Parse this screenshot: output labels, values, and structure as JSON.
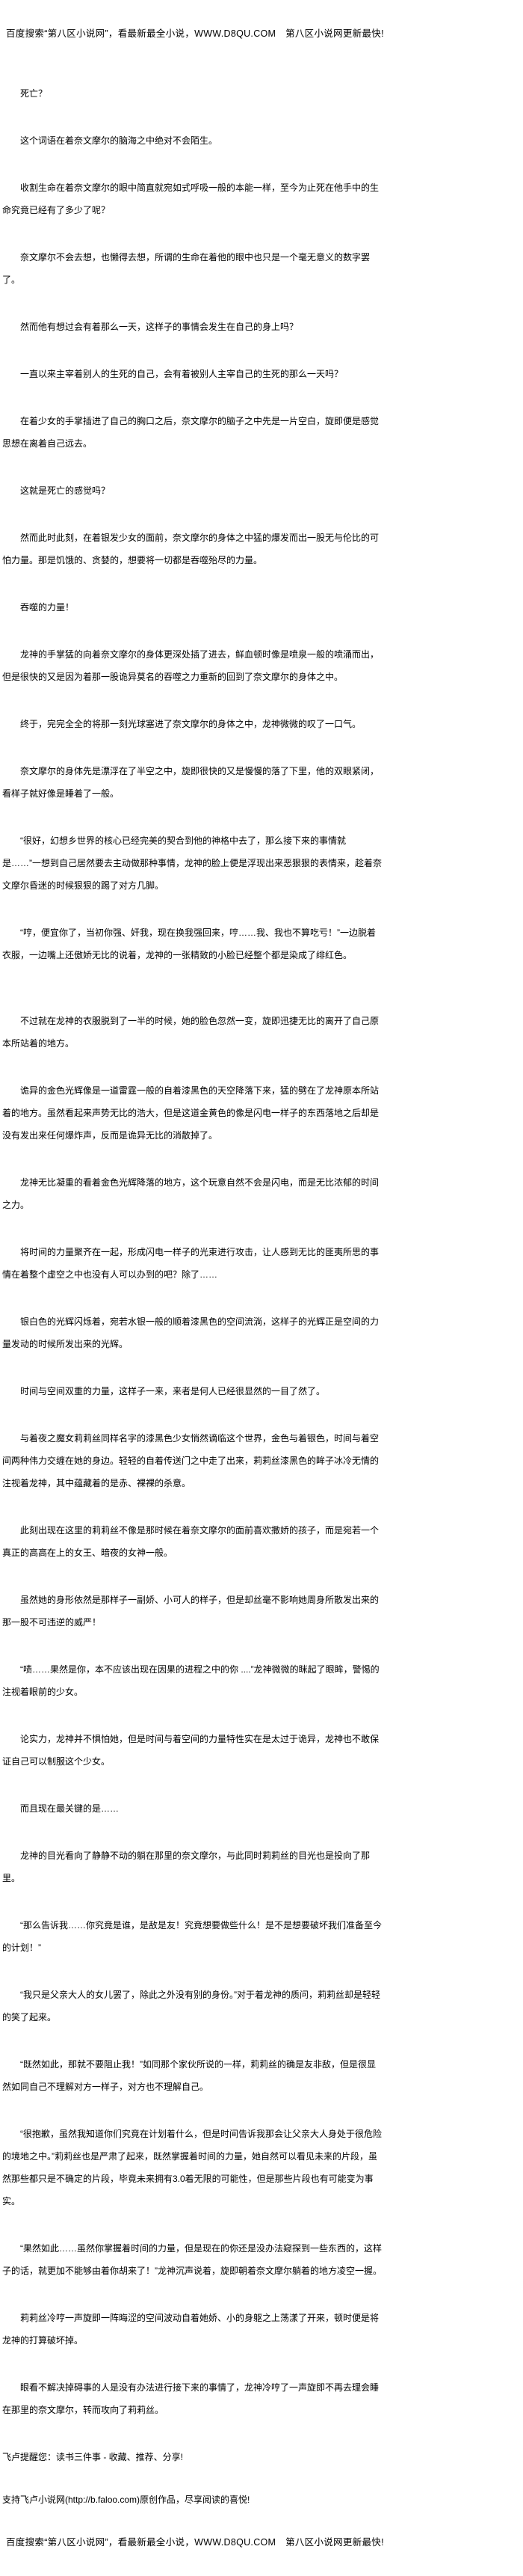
{
  "banner": "百度搜索“第八区小说网”，看最新最全小说，WWW.D8QU.COM　第八区小说网更新最快!",
  "paragraphs": [
    "死亡？",
    "这个词语在着奈文摩尔的脑海之中绝对不会陌生。",
    "收割生命在着奈文摩尔的眼中简直就宛如式呼吸一般的本能一样，至今为止死在他手中的生命究竟已经有了多少了呢？",
    "奈文摩尔不会去想，也懒得去想，所谓的生命在着他的眼中也只是一个毫无意义的数字罢了。",
    "然而他有想过会有着那么一天，这样子的事情会发生在自己的身上吗？",
    "一直以来主宰着别人的生死的自己，会有着被别人主宰自己的生死的那么一天吗？",
    "在着少女的手掌插进了自己的胸口之后，奈文摩尔的脑子之中先是一片空白，旋即便是感觉思想在离着自己远去。",
    "这就是死亡的感觉吗？",
    "然而此时此刻，在着银发少女的面前，奈文摩尔的身体之中猛的爆发而出一股无与伦比的可怕力量。那是饥饿的、贪婪的，想要将一切都是吞噬殆尽的力量。",
    "吞噬的力量！",
    "龙神的手掌猛的向着奈文摩尔的身体更深处插了进去，鲜血顿时像是喷泉一般的喷涌而出，但是很快的又是因为着那一股诡异莫名的吞噬之力重新的回到了奈文摩尔的身体之中。",
    "终于，完完全全的将那一刻光球塞进了奈文摩尔的身体之中，龙神微微的叹了一口气。",
    "奈文摩尔的身体先是漂浮在了半空之中，旋即很快的又是慢慢的落了下里，他的双眼紧闭，看样子就好像是睡着了一般。",
    "“很好，幻想乡世界的核心已经完美的契合到他的神格中去了，那么接下来的事情就是……”一想到自己居然要去主动做那种事情，龙神的脸上便是浮现出来恶狠狠的表情来，趁着奈文摩尔昏迷的时候狠狠的踢了对方几脚。",
    "“哼，便宜你了，当初你强、奸我，现在换我强回来，哼……我、我也不算吃亏！”一边脱着衣服，一边嘴上还傲娇无比的说着，龙神的一张精致的小脸已经整个都是染成了绯红色。",
    "不过就在龙神的衣服脱到了一半的时候，她的脸色忽然一变，旋即迅捷无比的离开了自己原本所站着的地方。",
    "诡异的金色光辉像是一道雷霆一般的自着漆黑色的天空降落下来，猛的劈在了龙神原本所站着的地方。虽然看起来声势无比的浩大，但是这道金黄色的像是闪电一样子的东西落地之后却是没有发出来任何爆炸声，反而是诡异无比的消散掉了。",
    "龙神无比凝重的看着金色光辉降落的地方，这个玩意自然不会是闪电，而是无比浓郁的时间之力。",
    "将时间的力量聚齐在一起，形成闪电一样子的光束进行攻击，让人感到无比的匪夷所思的事情在着整个虚空之中也没有人可以办到的吧？除了……",
    "银白色的光辉闪烁着，宛若水银一般的顺着漆黑色的空间流淌，这样子的光辉正是空间的力量发动的时候所发出来的光辉。",
    "时间与空间双重的力量，这样子一来，来者是何人已经很显然的一目了然了。",
    "与着夜之魔女莉莉丝同样名字的漆黑色少女悄然谪临这个世界，金色与着银色，时间与着空间两种伟力交缠在她的身边。轻轻的自着传送门之中走了出来，莉莉丝漆黑色的眸子冰冷无情的注视着龙神，其中蕴藏着的是赤、裸裸的杀意。",
    "此刻出现在这里的莉莉丝不像是那时候在着奈文摩尔的面前喜欢撒娇的孩子，而是宛若一个真正的高高在上的女王、暗夜的女神一般。",
    "虽然她的身形依然是那样子一副娇、小可人的样子，但是却丝毫不影响她周身所散发出来的那一股不可违逆的威严！",
    "“啧……果然是你，本不应该出现在因果的进程之中的你 ....”龙神微微的眯起了眼眸，警惕的注视着眼前的少女。",
    "论实力，龙神并不惧怕她，但是时间与着空间的力量特性实在是太过于诡异，龙神也不敢保证自己可以制服这个少女。",
    "而且现在最关键的是……",
    "龙神的目光看向了静静不动的躺在那里的奈文摩尔，与此同时莉莉丝的目光也是投向了那里。",
    "“那么告诉我……你究竟是谁，是敌是友！究竟想要做些什么！是不是想要破坏我们准备至今的计划！”",
    "“我只是父亲大人的女儿罢了，除此之外没有别的身份。”对于着龙神的质问，莉莉丝却是轻轻的笑了起来。",
    "“既然如此，那就不要阻止我！”如同那个家伙所说的一样，莉莉丝的确是友非敌，但是很显然如同自己不理解对方一样子，对方也不理解自己。",
    "“很抱歉，虽然我知道你们究竟在计划着什么，但是时间告诉我那会让父亲大人身处于很危险的境地之中。”莉莉丝也是严肃了起来，既然掌握着时间的力量，她自然可以看见未来的片段，虽然那些都只是不确定的片段，毕竟未来拥有3.0着无限的可能性，但是那些片段也有可能变为事实。",
    "“果然如此……虽然你掌握着时间的力量，但是现在的你还是没办法窥探到一些东西的，这样子的话，就更加不能够由着你胡来了！”龙神沉声说着，旋即朝着奈文摩尔躺着的地方凌空一握。",
    "莉莉丝冷哼一声旋即一阵晦涩的空间波动自着她娇、小的身躯之上荡漾了开来，顿时便是将龙神的打算破坏掉。",
    "眼看不解决掉碍事的人是没有办法进行接下来的事情了，龙神冷哼了一声旋即不再去理会睡在那里的奈文摩尔，转而攻向了莉莉丝。"
  ],
  "footer": {
    "reminder": "飞卢提醒您：读书三件事 - 收藏、推荐、分享!",
    "support": "支持飞卢小说网(http://b.faloo.com)原创作品，尽享阅读的喜悦!"
  }
}
